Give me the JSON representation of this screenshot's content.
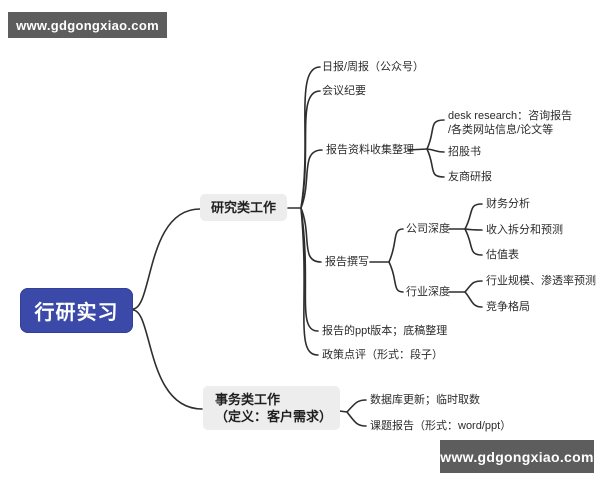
{
  "watermarks": {
    "top_left": "www.gdgongxiao.com",
    "bottom_right": "www.gdgongxiao.com"
  },
  "colors": {
    "root_bg": "#3b4aa8",
    "root_text": "#ffffff",
    "branch_bg": "#ededed",
    "branch_text": "#1f1f1f",
    "leaf_text": "#2b2b2b",
    "line": "#2e2e2e",
    "watermark_bg": "#5d5d5d",
    "watermark_text": "#ffffff",
    "background": "#ffffff"
  },
  "mindmap": {
    "root": {
      "label": "行研实习"
    },
    "branches": [
      {
        "label": "研究类工作",
        "children": [
          {
            "label": "日报/周报（公众号）"
          },
          {
            "label": "会议纪要"
          },
          {
            "label": "报告资料收集整理",
            "children": [
              {
                "label": "desk research：咨询报告\n/各类网站信息/论文等"
              },
              {
                "label": "招股书"
              },
              {
                "label": "友商研报"
              }
            ]
          },
          {
            "label": "报告撰写",
            "children": [
              {
                "label": "公司深度",
                "children": [
                  {
                    "label": "财务分析"
                  },
                  {
                    "label": "收入拆分和预测"
                  },
                  {
                    "label": "估值表"
                  }
                ]
              },
              {
                "label": "行业深度",
                "children": [
                  {
                    "label": "行业规模、渗透率预测"
                  },
                  {
                    "label": "竞争格局"
                  }
                ]
              }
            ]
          },
          {
            "label": "报告的ppt版本；底稿整理"
          },
          {
            "label": "政策点评（形式：段子）"
          }
        ]
      },
      {
        "label": "事务类工作",
        "sublabel": "（定义：客户需求）",
        "children": [
          {
            "label": "数据库更新；临时取数"
          },
          {
            "label": "课题报告（形式：word/ppt）"
          }
        ]
      }
    ]
  }
}
